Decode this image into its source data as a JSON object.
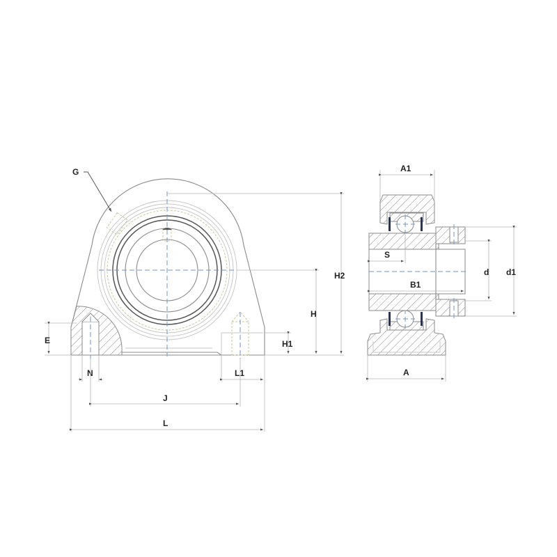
{
  "drawing": {
    "title": "Pillow block bearing unit dimension drawing",
    "colors": {
      "outline": "#8a8a8a",
      "centerline": "#6e95c9",
      "thread": "#c9c79a",
      "seal": "#2b3550",
      "label": "#222222"
    },
    "front_view": {
      "labels": {
        "G": "G",
        "E": "E",
        "N": "N",
        "H": "H",
        "H1": "H1",
        "H2": "H2",
        "L1": "L1",
        "J": "J",
        "L": "L"
      }
    },
    "side_view": {
      "labels": {
        "A1": "A1",
        "S": "S",
        "B1": "B1",
        "d": "d",
        "d1": "d1",
        "A": "A"
      }
    }
  }
}
